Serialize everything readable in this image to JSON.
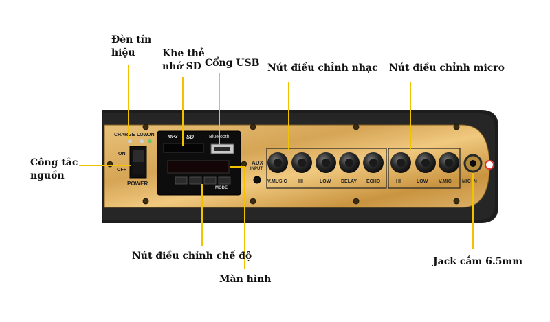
{
  "labels": {
    "den_tin_hieu": [
      "Đèn tín",
      "hiệu"
    ],
    "khe_the": [
      "Khe thẻ",
      "nhớ SD"
    ],
    "cong_usb": "Cổng USB",
    "nut_nhac": "Nút điều chỉnh nhạc",
    "nut_micro": "Nút điều chỉnh micro",
    "cong_tac": [
      "Công tắc",
      "nguồn"
    ],
    "nut_che_do": "Nút điều chỉnh chế độ",
    "man_hinh": "Màn hình",
    "jack": "Jack cắm 6.5mm"
  },
  "panel": {
    "charge": "CHARGE",
    "low": "LOW",
    "on_led": "ON",
    "switch_on": "ON",
    "switch_off": "OFF",
    "power": "POWER",
    "mp3": "MP3",
    "sd": "SD",
    "bluetooth": "Bluetooth",
    "mode": "MODE",
    "aux": "AUX",
    "input": "INPUT",
    "knobs": [
      "V.MUSIC",
      "HI",
      "LOW",
      "DELAY",
      "ECHO",
      "HI",
      "LOW",
      "V.MIC"
    ],
    "mic_in": "MIC IN"
  },
  "colors": {
    "leader": "#f2c200",
    "gold_panel": "#d9ab5c",
    "enclosure": "#1c1c1c",
    "led_red": "#e04040",
    "led_green": "#40c060"
  }
}
